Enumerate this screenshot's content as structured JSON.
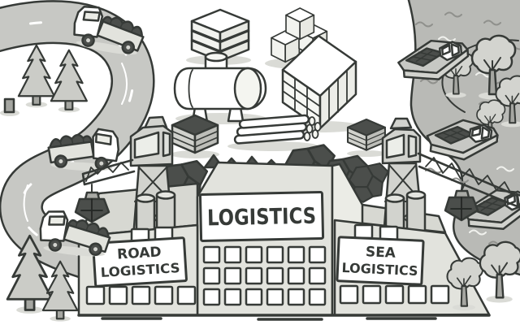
{
  "illustration": {
    "description": "Cartoon logistics scene: central factory with cranes and chimneys, road with coal trucks and pine trees on the left, river with cargo boats and leafy trees on the right",
    "signs": {
      "main": "LOGISTICS",
      "road_line1": "ROAD",
      "road_line2": "LOGISTICS",
      "sea_line1": "SEA",
      "sea_line2": "LOGISTICS"
    },
    "colors": {
      "outline": "#363a37",
      "white": "#ffffff",
      "surface": "#e2e3dd",
      "roof": "#d7d8d2",
      "side": "#ebece6",
      "road": "#c7c8c4",
      "water": "#b9bab6",
      "wave": "#8f908c",
      "pine": "#cbccc7",
      "canopy": "#d3d4cf",
      "trunk": "#a5a6a1",
      "metal": "#d2d3ce",
      "dark": "#4b4e4b",
      "shadow": "#dadbd6"
    }
  }
}
